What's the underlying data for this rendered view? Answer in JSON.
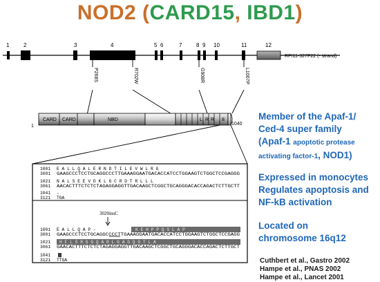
{
  "title": {
    "nod2": "NOD2 (",
    "card15": "CARD15",
    "comma": ", ",
    "ibd1": "IBD1",
    "close": ")"
  },
  "gene": {
    "exons": [
      "1",
      "2",
      "3",
      "4",
      "5",
      "6",
      "7",
      "8",
      "9",
      "10",
      "11",
      "12"
    ],
    "clone_label": "RPI11-327F22 (- strand)",
    "mutations": [
      "P268S",
      "R702W",
      "G908R",
      "L1007P"
    ]
  },
  "protein": {
    "domains": [
      "CARD",
      "CARD",
      "NBD",
      "L",
      "R",
      "R",
      "8"
    ],
    "start": "1",
    "end": "1040"
  },
  "sequence_top": {
    "row1_num_aa": "1001",
    "row1_aa": "E  A  L  L  Q  A  L  E  R  N  D  T  I  L  E  V  W  L  R  G",
    "row1_num_nt": "3001",
    "row1_nt": "GAAGCCCTCCTGCAGGCCCTTGAAAGGAATGACACCATCCTGGAAGTCTGGCTCCGAGGG",
    "row2_num_aa": "1021",
    "row2_aa": "N  A  L  S  E  E  V  D  K  L  G  C  R  D  T  R  L  L  L",
    "row2_num_nt": "3061",
    "row2_nt": "AACACTTTCTCTCTAGAGGAGGTTGACAAGCTCGGCTGCAGGGACACCAGACTCTTGCTT",
    "row3_num_aa": "1041",
    "row3_aa": "-",
    "row3_num_nt": "3121",
    "row3_nt": "TGA"
  },
  "sequence_bottom": {
    "insertion_label": "3020insC",
    "row1_num_aa": "1001",
    "row1_aa": "E  A  L  L  Q  A  P  -",
    "row1_shaded": "K  E  H  P  P  Q  S  L  A  P",
    "row1_num_nt": "3001",
    "row1_nt": "GAAGCCCTCCTGCAGGCCCCTTGAAAGGAATGACACCATCCTGGAAGTCTGGCTCCGAGG",
    "row2_num_aa": "1021",
    "row2_shaded": "H  F  L  S  R  G  G  Q  A  R  L  G  A  G  Q  G  T  L  A",
    "row2_num_nt": "3061",
    "row2_nt": "GAACACTTTCTCTCTAGAGGAGGTTGACAAGCTCGGCTGCAGGGACACCAGACTCTTGCT",
    "row3_num_aa": "1041",
    "row3_aa": "",
    "row3_num_nt": "3121",
    "row3_nt": "TTGA"
  },
  "side_text": {
    "line1": "Member of the Apaf-1/",
    "line2": "Ced-4 super family",
    "line3a": "(Apaf-1",
    "line3b": "apoptotic protease",
    "line4a": "activating factor-1",
    "line4b": ", NOD1)",
    "line5": "Expressed in monocytes",
    "line6": "Regulates apoptosis and",
    "line7": "NF-kB activation",
    "line8": "Located on",
    "line9": "chromosome 16q12"
  },
  "references": [
    "Cuthbert et al., Gastro 2002",
    "Hampe et al., PNAS 2002",
    "Hampe et al., Lancet 2001"
  ],
  "colors": {
    "orange": "#c8702a",
    "green": "#2e9a4e",
    "blue": "#1f67b8"
  }
}
